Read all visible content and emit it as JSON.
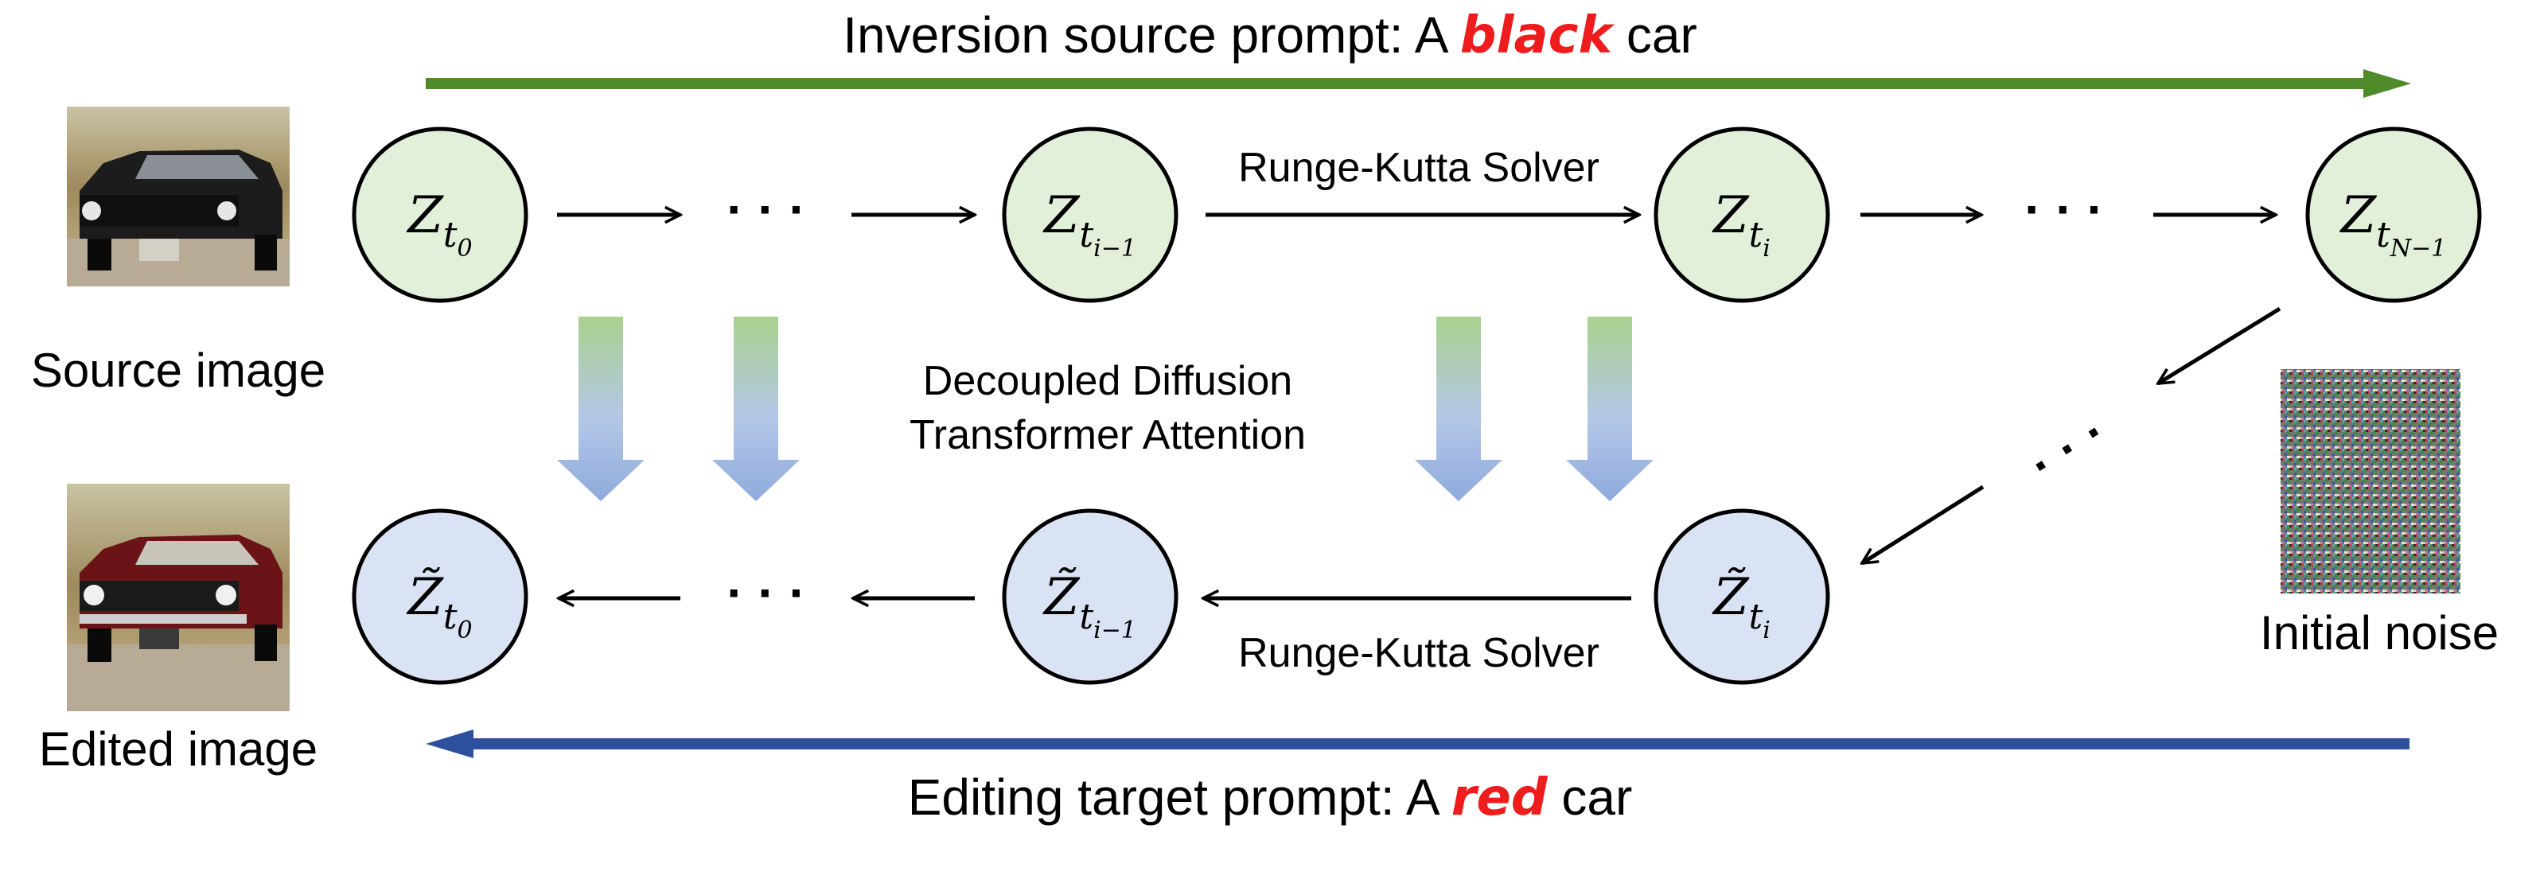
{
  "top_prompt": {
    "prefix": "Inversion source prompt: A ",
    "keyword": "black",
    "suffix": " car",
    "keyword_color": "#ee1c1c",
    "arrow_color": "#4f8a2b"
  },
  "bottom_prompt": {
    "prefix": "Editing target prompt: A ",
    "keyword": "red",
    "suffix": " car",
    "keyword_color": "#ee1c1c",
    "arrow_color": "#2e4f9c"
  },
  "images": {
    "source_label": "Source image",
    "edited_label": "Edited image",
    "noise_label": "Initial noise"
  },
  "top_nodes": [
    {
      "base": "Z",
      "sub": "t",
      "subsub": "0"
    },
    {
      "base": "Z",
      "sub": "t",
      "subsub": "i−1"
    },
    {
      "base": "Z",
      "sub": "t",
      "subsub": "i"
    },
    {
      "base": "Z",
      "sub": "t",
      "subsub": "N−1"
    }
  ],
  "bottom_nodes": [
    {
      "base": "Z̃",
      "sub": "t",
      "subsub": "0"
    },
    {
      "base": "Z̃",
      "sub": "t",
      "subsub": "i−1"
    },
    {
      "base": "Z̃",
      "sub": "t",
      "subsub": "i"
    }
  ],
  "labels": {
    "solver_top": "Runge-Kutta Solver",
    "solver_bottom": "Runge-Kutta Solver",
    "attention_line1": "Decoupled Diffusion",
    "attention_line2": "Transformer Attention",
    "ellipsis": "· · ·"
  },
  "colors": {
    "top_node_fill": "#e2efd9",
    "bottom_node_fill": "#dae3f3",
    "down_arrow_top": "#a9d18e",
    "down_arrow_bottom": "#8faadc"
  }
}
